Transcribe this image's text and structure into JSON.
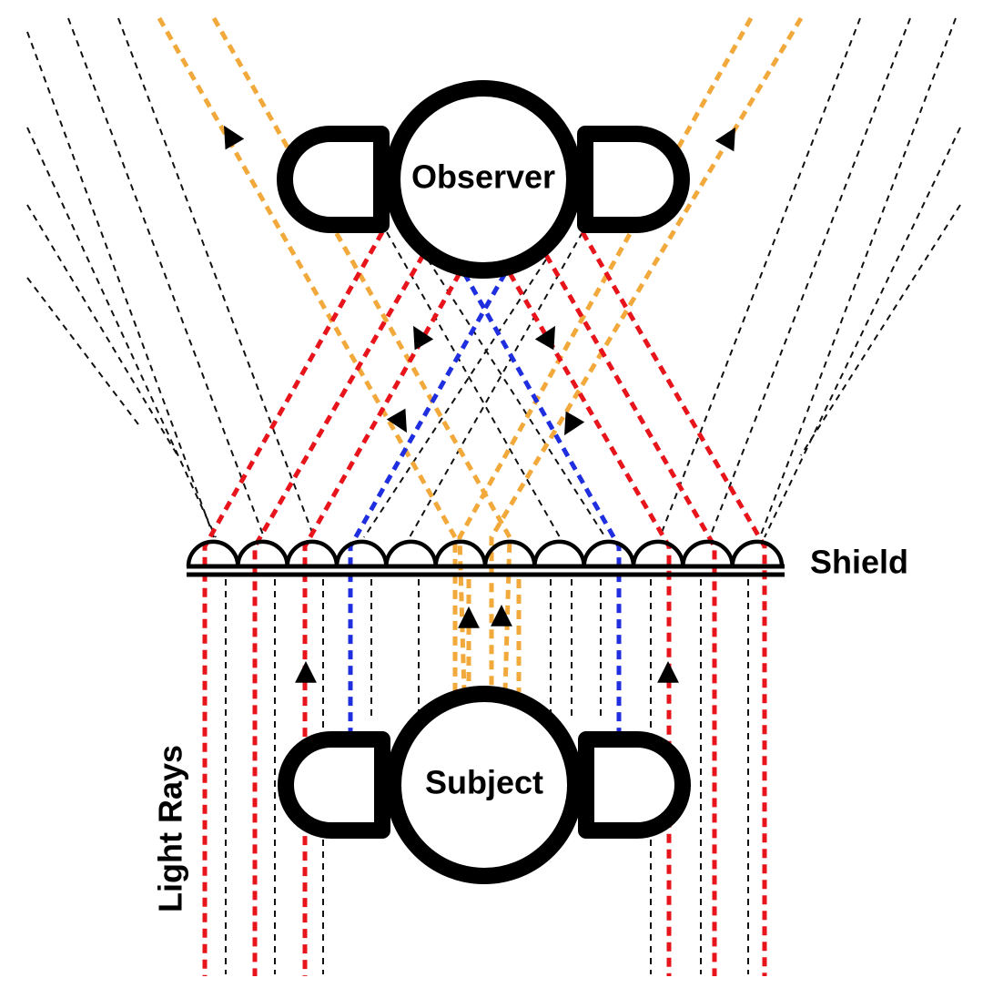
{
  "labels": {
    "observer": "Observer",
    "subject": "Subject",
    "shield": "Shield",
    "light_rays": "Light Rays"
  },
  "colors": {
    "background": "#ffffff",
    "ink": "#000000",
    "red_ray": "#e8141c",
    "blue_ray": "#1f2fe0",
    "orange_ray": "#f2a93b",
    "ambient_ray": "#111111"
  },
  "ray_groups": [
    "ambient-black",
    "red",
    "blue",
    "orange"
  ],
  "arrow_icons": "triangle-arrow",
  "shield_lens_count": 12
}
